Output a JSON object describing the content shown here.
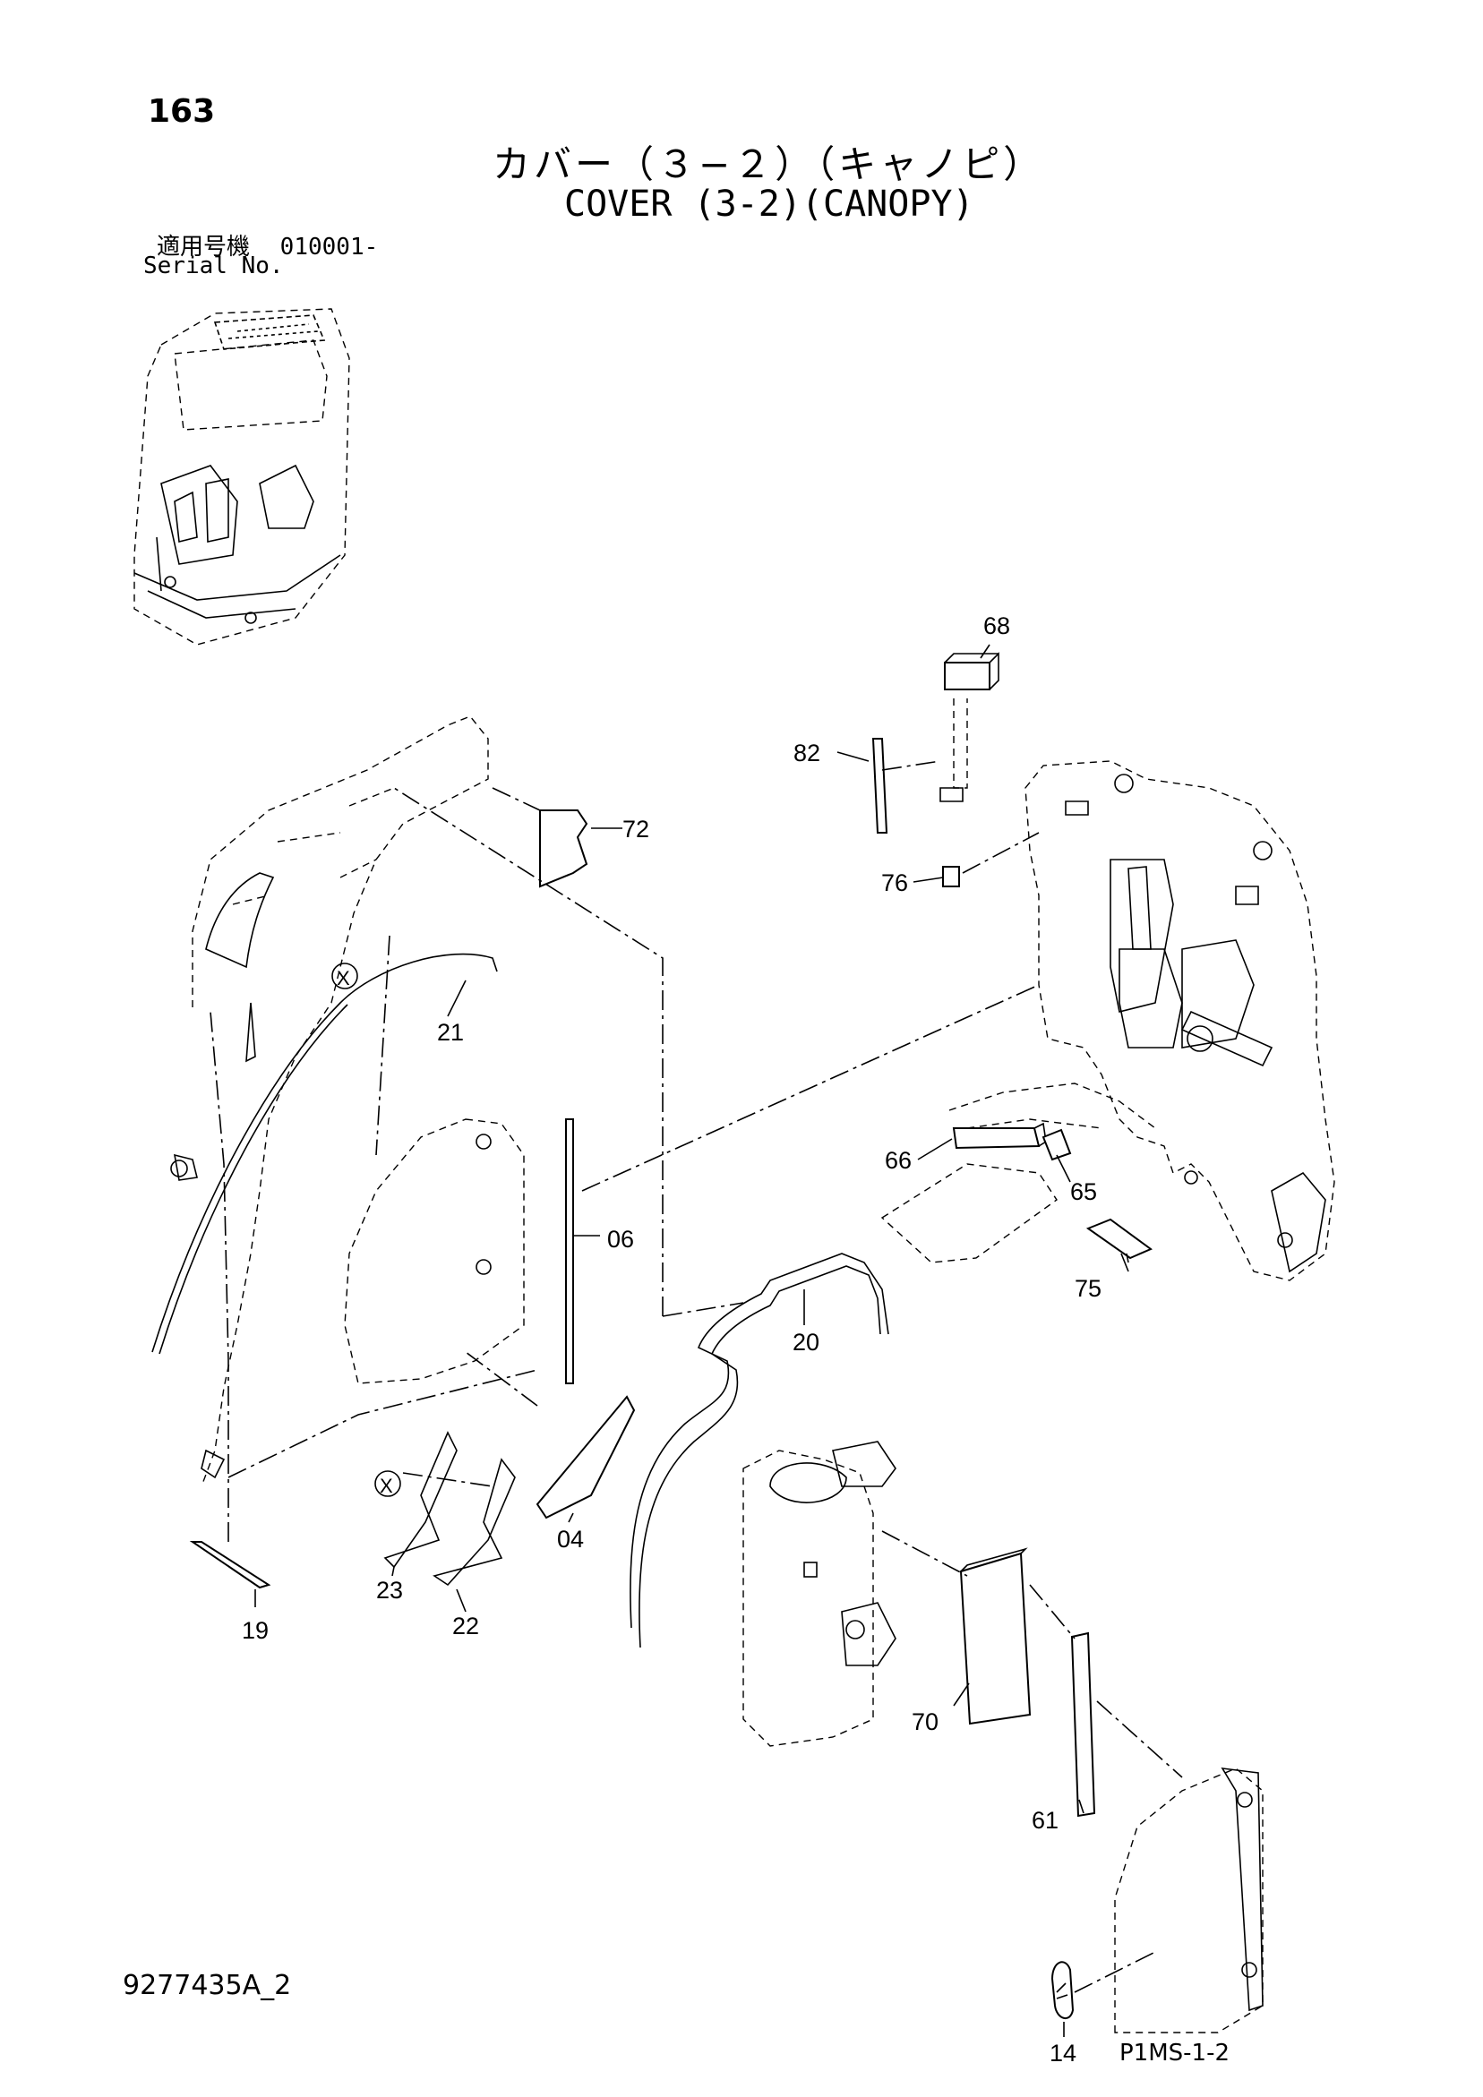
{
  "header": {
    "page_number": "163",
    "title_jp": "カバー（３−２）（キャノピ）",
    "title_en": "COVER (3-2)(CANOPY)",
    "serial_label_jp": "適用号機",
    "serial_range": "010001-",
    "serial_label_en": "Serial No."
  },
  "footer": {
    "document_number": "9277435A_2",
    "page_code": "P1MS-1-2"
  },
  "callouts": {
    "c68": "68",
    "c82": "82",
    "c72": "72",
    "c76": "76",
    "c21": "21",
    "c66": "66",
    "c65": "65",
    "c06": "06",
    "c75": "75",
    "c20": "20",
    "c23": "23",
    "c22": "22",
    "c04": "04",
    "c19": "19",
    "c70": "70",
    "c61": "61",
    "c14": "14"
  },
  "reference_marks": {
    "x_mark_1": "X",
    "x_mark_2": "X"
  }
}
